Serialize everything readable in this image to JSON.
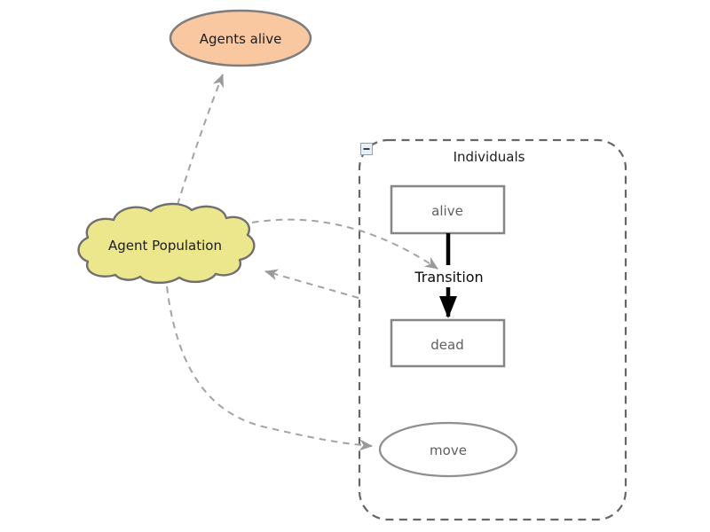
{
  "nodes": {
    "agents_alive": {
      "label": "Agents alive"
    },
    "agent_population": {
      "label": "Agent Population"
    },
    "individuals": {
      "label": "Individuals"
    },
    "alive": {
      "label": "alive"
    },
    "transition": {
      "label": "Transition"
    },
    "dead": {
      "label": "dead"
    },
    "move": {
      "label": "move"
    }
  },
  "icons": {
    "collapse": "minus-icon"
  },
  "colors": {
    "background": "#ffffff",
    "agents_alive_fill": "#f9c8a0",
    "agent_population_fill": "#ece78c",
    "node_stroke": "#7d7d7d",
    "state_stroke": "#868686",
    "container_stroke": "#666666",
    "link_stroke": "#a3a3a3",
    "transition_arrow": "#000000",
    "state_label": "#5f5f5f",
    "title_label": "#1c1c1c"
  }
}
